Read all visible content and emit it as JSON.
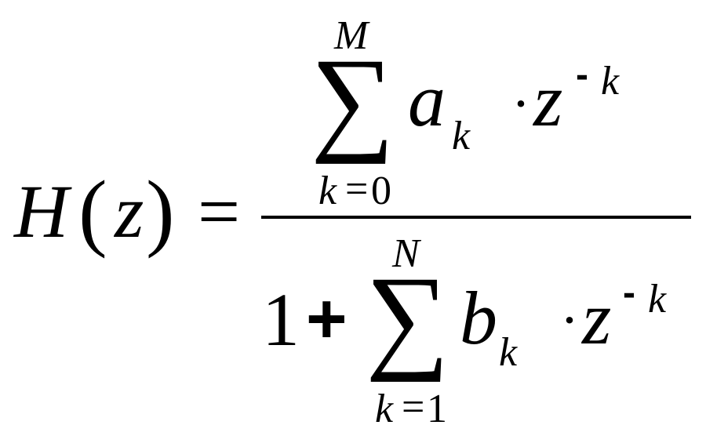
{
  "formula": {
    "lhs": {
      "func": "H",
      "open_paren": "(",
      "var": "z",
      "close_paren": ")",
      "equals": "="
    },
    "numerator": {
      "sum_symbol": "∑",
      "upper_limit": "M",
      "lower_index": "k",
      "lower_eq": "=",
      "lower_value": "0",
      "coef": "a",
      "coef_sub": "k",
      "dot": "·",
      "var": "z",
      "exp_sign": "-",
      "exp_var": "k"
    },
    "denominator": {
      "one": "1",
      "plus": "+",
      "sum_symbol": "∑",
      "upper_limit": "N",
      "lower_index": "k",
      "lower_eq": "=",
      "lower_value": "1",
      "coef": "b",
      "coef_sub": "k",
      "dot": "·",
      "var": "z",
      "exp_sign": "-",
      "exp_var": "k"
    }
  }
}
